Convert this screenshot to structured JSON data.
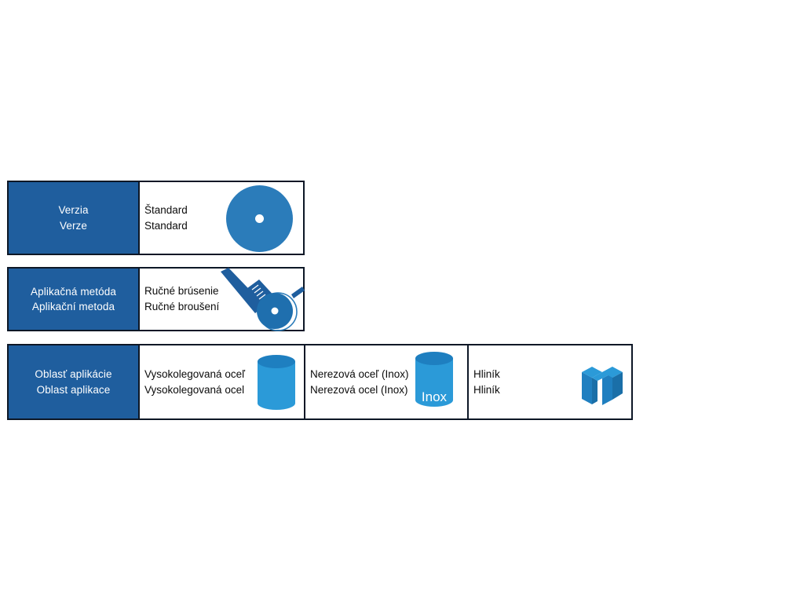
{
  "page": {
    "background_color": "#ffffff",
    "accent_blue": "#1f5e9e",
    "icon_blue": "#2b7cba",
    "icon_blue_light": "#2b9ad8",
    "border_color": "#0d1726"
  },
  "rows": [
    {
      "id": "version",
      "label": {
        "line1": "Verzia",
        "line2": "Verze"
      },
      "cells": [
        {
          "id": "standard",
          "line1": "Štandard",
          "line2": "Standard",
          "icon": "grinding-disc-icon"
        }
      ]
    },
    {
      "id": "method",
      "label": {
        "line1": "Aplikačná metóda",
        "line2": "Aplikační metoda"
      },
      "cells": [
        {
          "id": "manual-grinding",
          "line1": "Ručné brúsenie",
          "line2": "Ručné broušení",
          "icon": "angle-grinder-icon"
        }
      ]
    },
    {
      "id": "application-area",
      "label": {
        "line1": "Oblasť aplikácie",
        "line2": "Oblast aplikace"
      },
      "cells": [
        {
          "id": "high-alloy-steel",
          "line1": "Vysokolegovaná oceľ",
          "line2": "Vysokolegovaná ocel",
          "icon": "steel-billet-icon",
          "icon_label": ""
        },
        {
          "id": "stainless-steel",
          "line1": "Nerezová oceľ (Inox)",
          "line2": "Nerezová ocel (Inox)",
          "icon": "inox-billet-icon",
          "icon_label": "Inox"
        },
        {
          "id": "aluminium",
          "line1": "Hliník",
          "line2": "Hliník",
          "icon": "aluminium-beam-icon",
          "icon_label": ""
        }
      ]
    }
  ]
}
